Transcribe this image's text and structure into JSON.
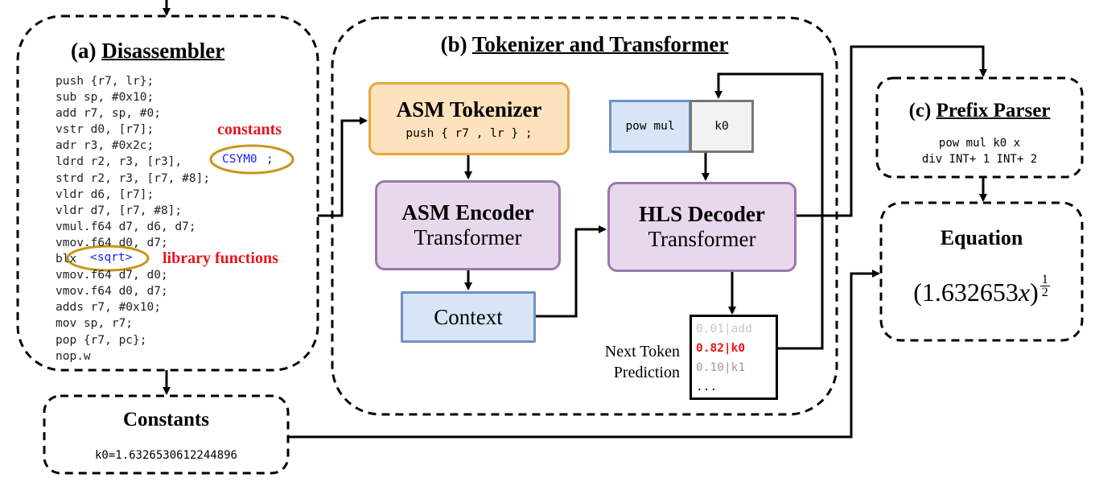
{
  "disassembler": {
    "label": "(a)",
    "title": "Disassembler",
    "code_lines": [
      "push {r7, lr};",
      "sub sp, #0x10;",
      "add r7, sp, #0;",
      "vstr d0, [r7];",
      "adr r3, #0x2c;",
      "ldrd r2, r3, [r3], ",
      "strd r2, r3, [r7, #8];",
      "vldr d6, [r7];",
      "vldr d7, [r7, #8];",
      "vmul.f64 d7, d6, d7;",
      "vmov.f64 d0, d7;",
      "blx ",
      "vmov.f64 d7, d0;",
      "vmov.f64 d0, d7;",
      "adds r7, #0x10;",
      "mov sp, r7;",
      "pop {r7, pc};",
      "nop.w"
    ],
    "constant_symbol": "CSYM0",
    "constant_suffix": ";",
    "library_symbol": "<sqrt>",
    "constants_annotation": "constants",
    "library_annotation": "library functions"
  },
  "constants": {
    "title": "Constants",
    "value": "k0=1.6326530612244896"
  },
  "transformer": {
    "label": "(b)",
    "title": "Tokenizer and Transformer",
    "tokenizer_title": "ASM Tokenizer",
    "tokenizer_example": "push { r7 , lr } ;",
    "encoder_title": "ASM Encoder",
    "encoder_subtitle": "Transformer",
    "context": "Context",
    "decoder_title": "HLS Decoder",
    "decoder_subtitle": "Transformer",
    "decoded_tokens": "pow mul",
    "current_token": "k0",
    "prediction_label_1": "Next Token",
    "prediction_label_2": "Prediction",
    "predictions": [
      {
        "prob": "0.01",
        "token": "add",
        "color": "#c8c8c8"
      },
      {
        "prob": "0.82",
        "token": "k0",
        "color": "#ee1111"
      },
      {
        "prob": "0.10",
        "token": "k1",
        "color": "#a89494"
      }
    ],
    "more": "..."
  },
  "prefix_parser": {
    "label": "(c)",
    "title": "Prefix Parser",
    "line1": "pow mul k0 x",
    "line2": "div INT+ 1 INT+ 2"
  },
  "equation": {
    "title": "Equation",
    "base": "(1.632653",
    "variable": "x",
    "close": ")",
    "exp_num": "1",
    "exp_den": "2"
  },
  "colors": {
    "tokenizer_fill": "#fde2bd",
    "tokenizer_border": "#e8a63c",
    "transformer_fill": "#e8d8ec",
    "transformer_border": "#9a78ab",
    "context_fill": "#d7e5f6",
    "context_border": "#6f91c4",
    "highlight_ellipse": "#c8951a",
    "symbol_blue": "#1a1aff",
    "annotation_red": "#e8141c"
  }
}
